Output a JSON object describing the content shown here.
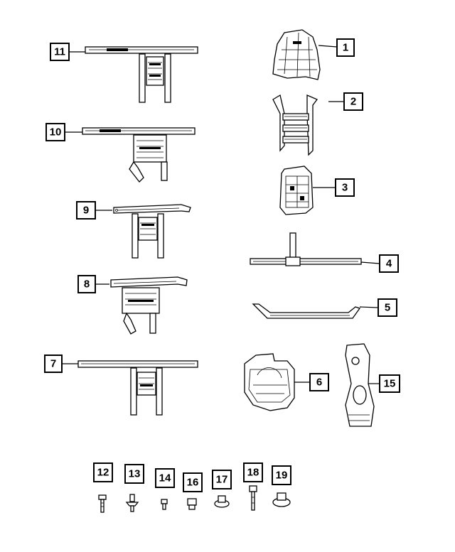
{
  "callouts": [
    {
      "id": "callout-1",
      "label": "1"
    },
    {
      "id": "callout-2",
      "label": "2"
    },
    {
      "id": "callout-3",
      "label": "3"
    },
    {
      "id": "callout-4",
      "label": "4"
    },
    {
      "id": "callout-5",
      "label": "5"
    },
    {
      "id": "callout-6",
      "label": "6"
    },
    {
      "id": "callout-7",
      "label": "7"
    },
    {
      "id": "callout-8",
      "label": "8"
    },
    {
      "id": "callout-9",
      "label": "9"
    },
    {
      "id": "callout-10",
      "label": "10"
    },
    {
      "id": "callout-11",
      "label": "11"
    },
    {
      "id": "callout-12",
      "label": "12"
    },
    {
      "id": "callout-13",
      "label": "13"
    },
    {
      "id": "callout-14",
      "label": "14"
    },
    {
      "id": "callout-15",
      "label": "15"
    },
    {
      "id": "callout-16",
      "label": "16"
    },
    {
      "id": "callout-17",
      "label": "17"
    },
    {
      "id": "callout-18",
      "label": "18"
    },
    {
      "id": "callout-19",
      "label": "19"
    }
  ]
}
